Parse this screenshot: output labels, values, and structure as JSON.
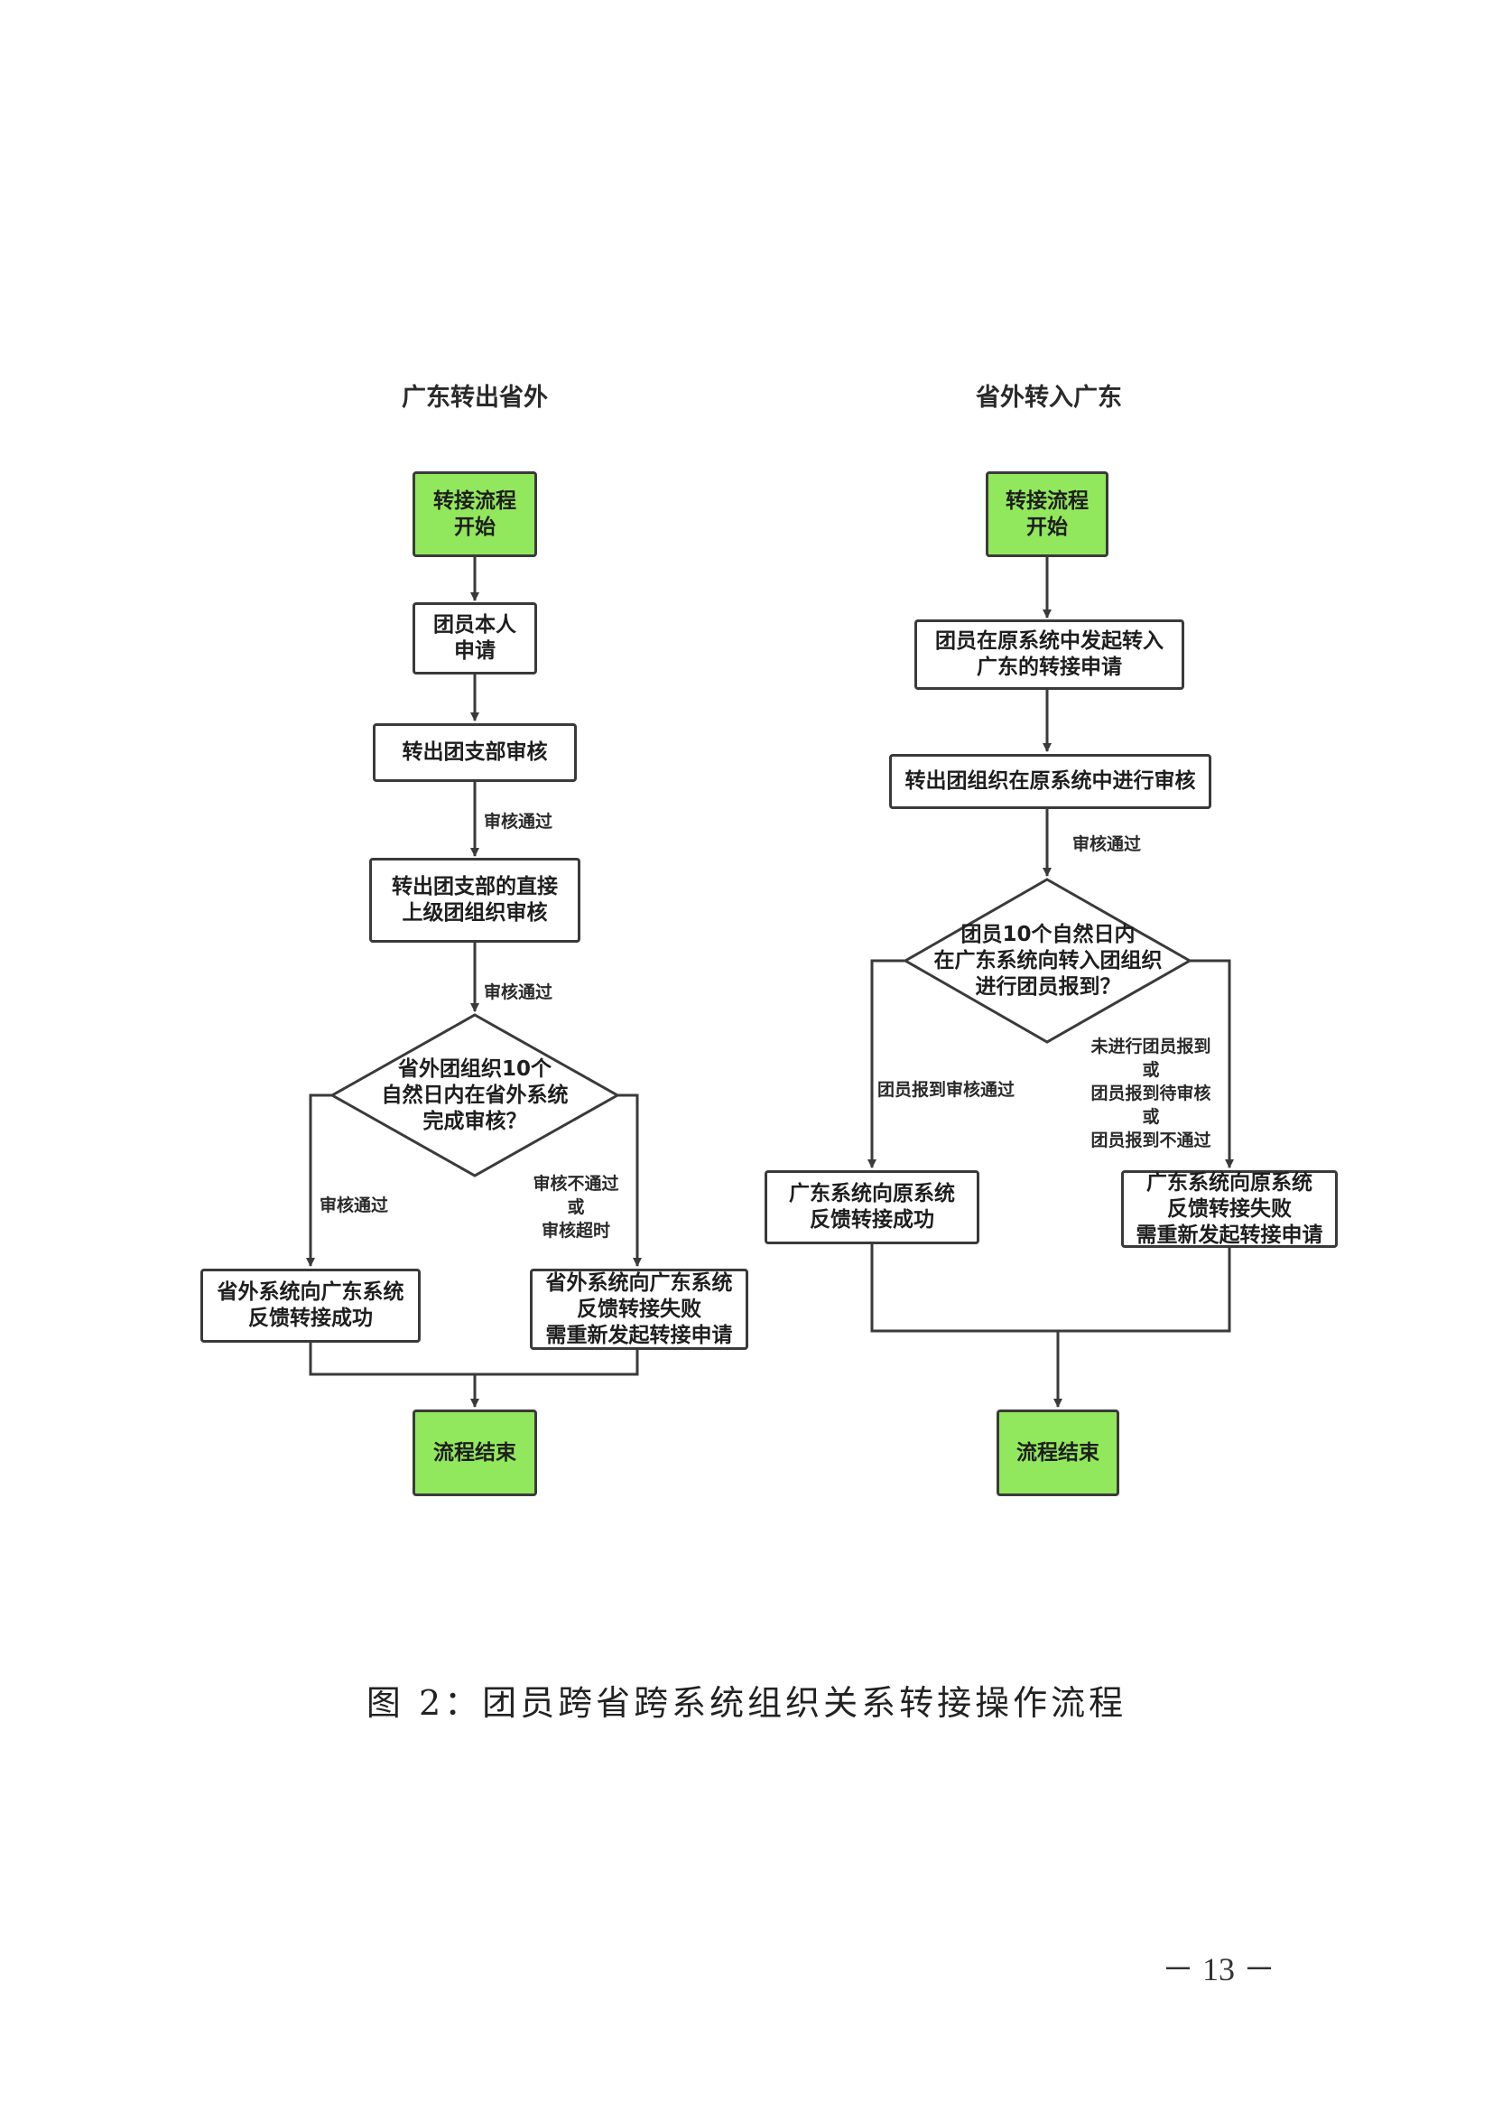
{
  "left_flow": {
    "title": "广东转出省外",
    "start": "转接流程\n开始",
    "apply": "团员本人\n申请",
    "branch_review": "转出团支部审核",
    "label_pass_1": "审核通过",
    "upper_review": "转出团支部的直接\n上级团组织审核",
    "label_pass_2": "审核通过",
    "decision": "省外团组织10个\n自然日内在省外系统\n完成审核？",
    "label_yes": "审核通过",
    "label_no": "审核不通过\n或\n审核超时",
    "success": "省外系统向广东系统\n反馈转接成功",
    "fail": "省外系统向广东系统\n反馈转接失败\n需重新发起转接申请",
    "end": "流程结束"
  },
  "right_flow": {
    "title": "省外转入广东",
    "start": "转接流程\n开始",
    "apply": "团员在原系统中发起转入\n广东的转接申请",
    "review": "转出团组织在原系统中进行审核",
    "label_pass": "审核通过",
    "decision": "团员10个自然日内\n在广东系统向转入团组织\n进行团员报到？",
    "label_yes": "团员报到审核通过",
    "label_no": "未进行团员报到\n或\n团员报到待审核\n或\n团员报到不通过",
    "success": "广东系统向原系统\n反馈转接成功",
    "fail": "广东系统向原系统\n反馈转接失败\n需重新发起转接申请",
    "end": "流程结束"
  },
  "caption": "图 2：团员跨省跨系统组织关系转接操作流程",
  "page_number": "－ 13 －",
  "colors": {
    "start_end_fill": "#92e85c",
    "stroke": "#3a3a3a"
  }
}
